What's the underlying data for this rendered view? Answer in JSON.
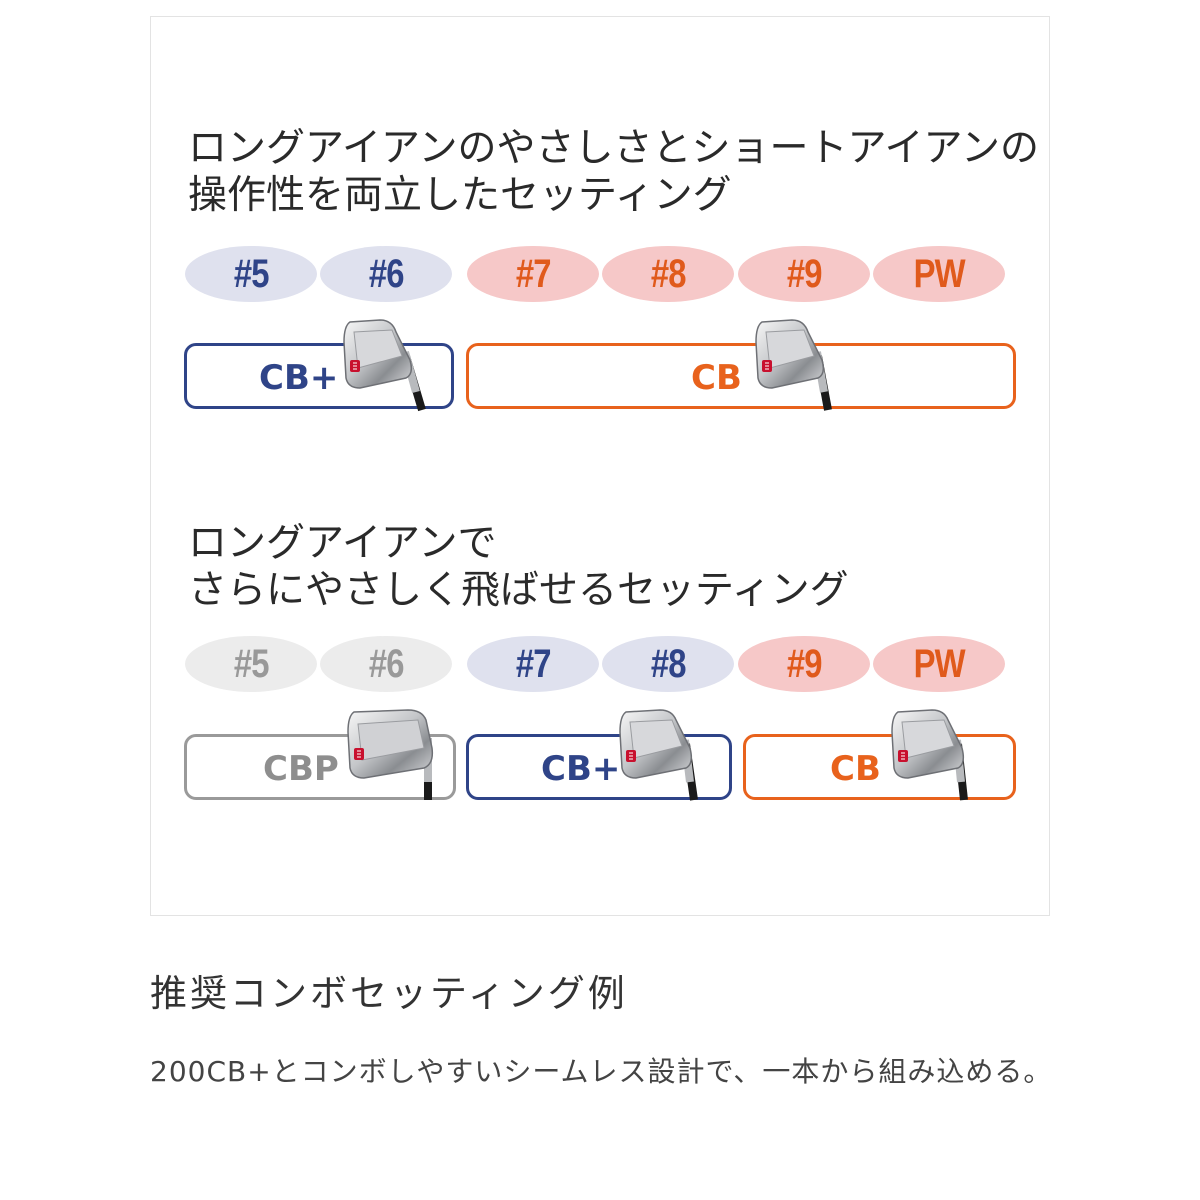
{
  "section1": {
    "heading_lines": [
      "ロングアイアンのやさしさとショートアイアンの",
      "操作性を両立したセッティング"
    ],
    "pills": [
      {
        "label": "#5",
        "color": "blue"
      },
      {
        "label": "#6",
        "color": "blue"
      },
      {
        "label": "#7",
        "color": "red"
      },
      {
        "label": "#8",
        "color": "red"
      },
      {
        "label": "#9",
        "color": "red"
      },
      {
        "label": "PW",
        "color": "red"
      }
    ],
    "tags": [
      {
        "label": "CB+",
        "color": "blue"
      },
      {
        "label": "CB",
        "color": "orange"
      }
    ]
  },
  "section2": {
    "heading_lines": [
      "ロングアイアンで",
      "さらにやさしく飛ばせるセッティング"
    ],
    "pills": [
      {
        "label": "#5",
        "color": "gray"
      },
      {
        "label": "#6",
        "color": "gray"
      },
      {
        "label": "#7",
        "color": "blue"
      },
      {
        "label": "#8",
        "color": "blue"
      },
      {
        "label": "#9",
        "color": "red"
      },
      {
        "label": "PW",
        "color": "red"
      }
    ],
    "tags": [
      {
        "label": "CBP",
        "color": "gray"
      },
      {
        "label": "CB+",
        "color": "blue"
      },
      {
        "label": "CB",
        "color": "orange"
      }
    ]
  },
  "caption": {
    "title": "推奨コンボセッティング例",
    "body": "200CB+とコンボしやすいシームレス設計で、一本から組み込める。"
  },
  "colors": {
    "blue": "#2f4488",
    "orange": "#e8621c",
    "gray": "#9a9a9a",
    "pill_blue_bg": "#dfe1ee",
    "pill_red_bg": "#f6c8c8",
    "pill_gray_bg": "#ececec"
  },
  "icons": [
    "iron-club-head-icon"
  ]
}
